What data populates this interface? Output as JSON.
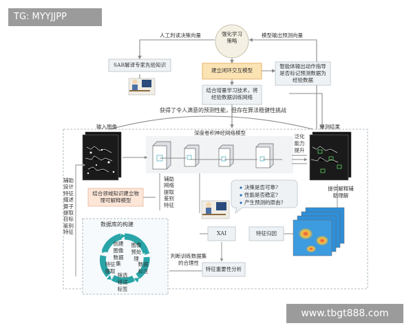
{
  "watermarks": {
    "top_left": "TG: MYYJJPP",
    "bottom_right": "www.tbgt888.com"
  },
  "nodes": {
    "rl_strategy": "强化学习策略",
    "human_policy": "人工判读决策向量",
    "model_output_vector": "模型输出预测向量",
    "sar_expert": "SAR解译专家先验知识",
    "closed_loop": "建立闭环交互模型",
    "guide_label": "智能体输出动作指导是否标记预测数据为经验数据",
    "incremental": "结合增量学习技术，将经验数据训练网络",
    "challenge": "获得了令人满意的预测性能，但存在算法稳健性挑战",
    "input_image": "输入图像",
    "prediction": "预测结果",
    "cnn_model": "深度卷积神经网络模型",
    "generalization": "泛化能力提升",
    "domain_knowledge": "结合领域知识建立物理可解释模型",
    "aux_network": "辅助网络提取鉴别特征",
    "aux_left": "辅助设计特征描述算子提取目标鉴别特征",
    "questions": [
      "决策是否可靠?",
      "性能是否稳定?",
      "产生预测的原由?"
    ],
    "explain": "提供解释辅助理解",
    "xai": "XAI",
    "attribution": "特征归因",
    "rationality": "判断训练数据集的合理性",
    "importance": "特征重要性分析",
    "database_title": "数据库的构建",
    "cycle": [
      "图像预处理",
      "数据标注",
      "筛选错误标签",
      "特征提取",
      "创建图像数据集"
    ]
  }
}
